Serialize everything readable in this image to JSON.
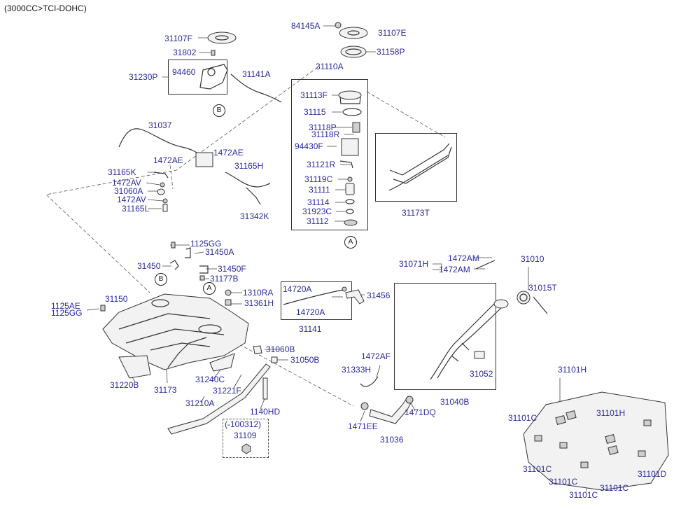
{
  "header": {
    "engine_label": "(3000CC>TCI-DOHC)"
  },
  "markers": {
    "a": "A",
    "b": "B"
  },
  "colors": {
    "label": "#2a2aa0",
    "line": "#333333",
    "background": "#ffffff"
  },
  "parts": {
    "p_31107F_a": "31107F",
    "p_31802": "31802",
    "p_31230P": "31230P",
    "p_94460": "94460",
    "p_31141A": "31141A",
    "p_84145A": "84145A",
    "p_31107E": "31107E",
    "p_31158P": "31158P",
    "p_31110A": "31110A",
    "p_31113F": "31113F",
    "p_31115": "31115",
    "p_31118P": "31118P",
    "p_31118R": "31118R",
    "p_94430F": "94430F",
    "p_31121R": "31121R",
    "p_31119C": "31119C",
    "p_31111": "31111",
    "p_31114": "31114",
    "p_31923C": "31923C",
    "p_31112": "31112",
    "p_31173T": "31173T",
    "p_31037": "31037",
    "p_1472AE_a": "1472AE",
    "p_1472AE_b": "1472AE",
    "p_31165H": "31165H",
    "p_31165K": "31165K",
    "p_1472AV_a": "1472AV",
    "p_31060A": "31060A",
    "p_1472AV_b": "1472AV",
    "p_31165L": "31165L",
    "p_31342K": "31342K",
    "p_1125GG_a": "1125GG",
    "p_31450A": "31450A",
    "p_31450": "31450",
    "p_31450F": "31450F",
    "p_31177B": "31177B",
    "p_1310RA": "1310RA",
    "p_31361H": "31361H",
    "p_1125AE": "1125AE",
    "p_1125GG_b": "1125GG",
    "p_31150": "31150",
    "p_14720A_a": "14720A",
    "p_14720A_b": "14720A",
    "p_31456": "31456",
    "p_31141": "31141",
    "p_31071H": "31071H",
    "p_1472AM_a": "1472AM",
    "p_1472AM_b": "1472AM",
    "p_31010": "31010",
    "p_31015T": "31015T",
    "p_31060B": "31060B",
    "p_31050B": "31050B",
    "p_1472AF": "1472AF",
    "p_31333H": "31333H",
    "p_31052": "31052",
    "p_31220B": "31220B",
    "p_31173": "31173",
    "p_31240C": "31240C",
    "p_31221F": "31221F",
    "p_31210A": "31210A",
    "p_1140HD": "1140HD",
    "p_31040B": "31040B",
    "p_1471EE": "1471EE",
    "p_1471DQ": "1471DQ",
    "p_31036": "31036",
    "p_100312": "(-100312)",
    "p_31109": "31109",
    "p_31101H_a": "31101H",
    "p_31101H_b": "31101H",
    "p_31101C_a": "31101C",
    "p_31101C_b": "31101C",
    "p_31101C_c": "31101C",
    "p_31101C_d": "31101C",
    "p_31101C_e": "31101C",
    "p_31101D": "31101D"
  }
}
